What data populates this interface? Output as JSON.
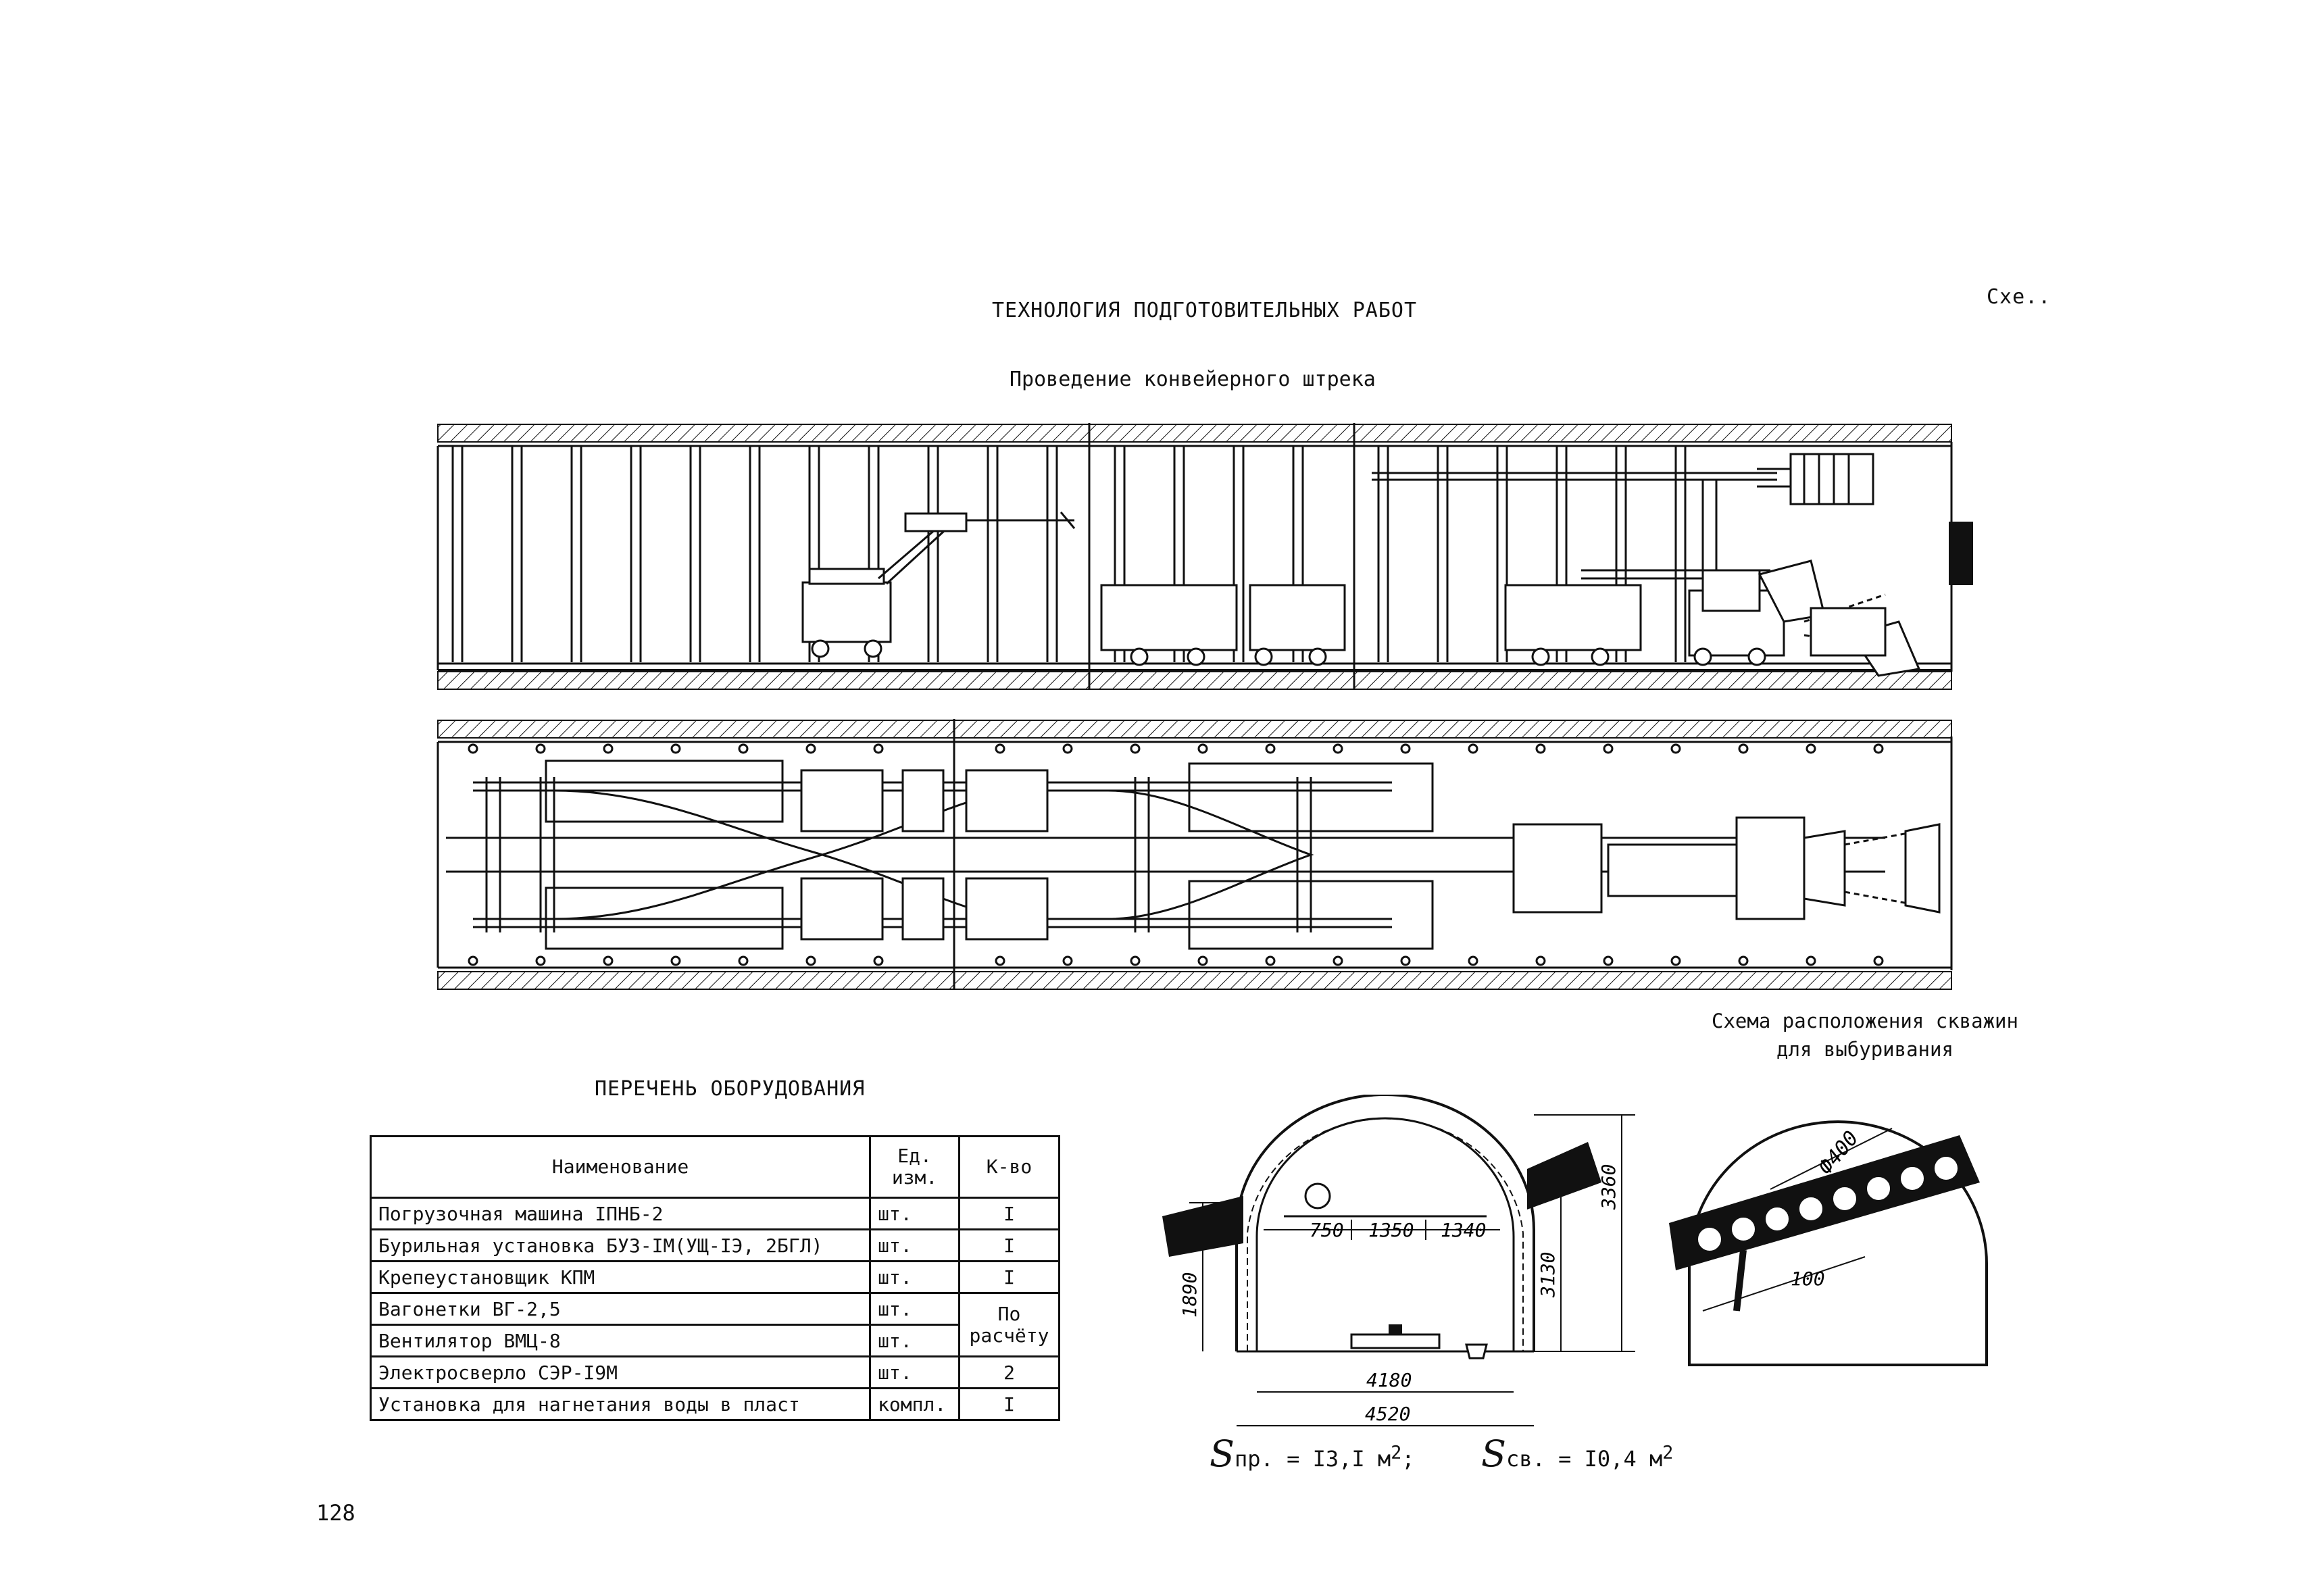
{
  "header": {
    "title": "ТЕХНОЛОГИЯ ПОДГОТОВИТЕЛЬНЫХ РАБОТ",
    "scheme_label": "Схе..",
    "subtitle": "Проведение конвейерного штрека"
  },
  "equipment": {
    "heading": "ПЕРЕЧЕНЬ ОБОРУДОВАНИЯ",
    "columns": [
      "Наименование",
      "Ед. изм.",
      "К-во"
    ],
    "rows": [
      {
        "name": "Погрузочная машина IПНБ-2",
        "unit": "шт.",
        "qty": "I"
      },
      {
        "name": "Бурильная установка БУЗ-IМ(УЩ-IЭ, 2БГЛ)",
        "unit": "шт.",
        "qty": "I"
      },
      {
        "name": "Крепеустановщик КПМ",
        "unit": "шт.",
        "qty": "I"
      },
      {
        "name": "Вагонетки ВГ-2,5",
        "unit": "шт.",
        "qty": "По расчёту"
      },
      {
        "name": "Вентилятор ВМЦ-8",
        "unit": "шт.",
        "qty": ""
      },
      {
        "name": "Электросверло СЭР-I9М",
        "unit": "шт.",
        "qty": "2"
      },
      {
        "name": "Установка для нагнетания воды в пласт",
        "unit": "компл.",
        "qty": "I"
      }
    ]
  },
  "section": {
    "dims": {
      "d750": "750",
      "d1350": "1350",
      "d1340": "1340",
      "d1890": "1890",
      "d3130": "3130",
      "d3360": "3360",
      "d4180": "4180",
      "d4520": "4520"
    },
    "area_formula": {
      "s_pr_symbol": "S",
      "s_pr_sub": "пр.",
      "s_pr_value": "= I3,I м",
      "s_sv_symbol": "S",
      "s_sv_sub": "св.",
      "s_sv_value": "= I0,4 м",
      "exp": "2",
      "sep": ";"
    }
  },
  "boreholes": {
    "title_line1": "Схема расположения скважин",
    "title_line2": "для выбуривания",
    "dia": "Ф400",
    "spacing": "100"
  },
  "page_number": "128"
}
